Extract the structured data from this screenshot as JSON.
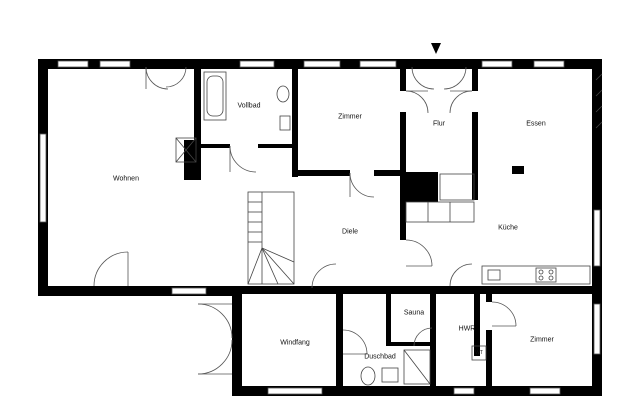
{
  "rooms": {
    "wohnen": "Wohnen",
    "vollbad": "Vollbad",
    "zimmer_top": "Zimmer",
    "flur": "Flur",
    "essen": "Essen",
    "diele": "Diele",
    "kueche": "Küche",
    "windfang": "Windfang",
    "sauna": "Sauna",
    "duschbad": "Duschbad",
    "hwr": "HWR",
    "zimmer_bottom": "Zimmer"
  },
  "markers": {
    "hwr_appliance": "WT",
    "north_symbol": "north-arrow"
  },
  "colors": {
    "wall": "#000000",
    "line": "#333333",
    "window_fill": "#ffffff",
    "background": "#ffffff"
  }
}
